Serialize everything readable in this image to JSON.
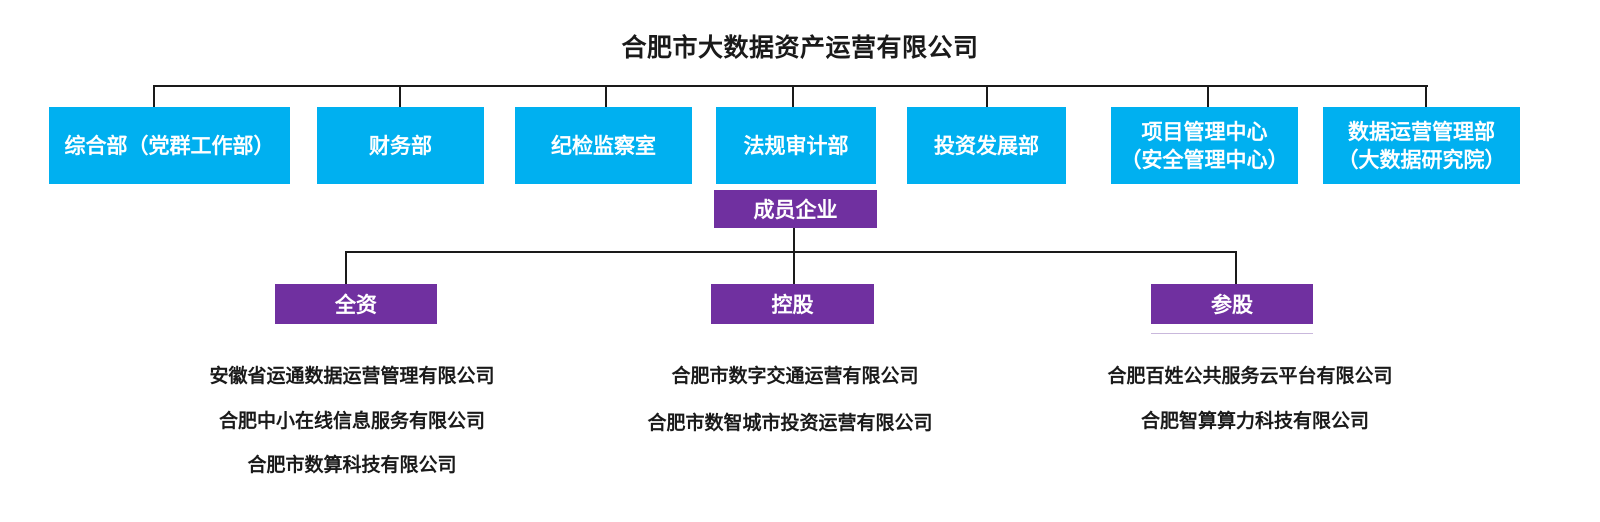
{
  "title": "合肥市大数据资产运营有限公司",
  "departments": [
    {
      "line1": "综合部（党群工作部）",
      "line2": ""
    },
    {
      "line1": "财务部",
      "line2": ""
    },
    {
      "line1": "纪检监察室",
      "line2": ""
    },
    {
      "line1": "法规审计部",
      "line2": ""
    },
    {
      "line1": "投资发展部",
      "line2": ""
    },
    {
      "line1": "项目管理中心",
      "line2": "（安全管理中心）"
    },
    {
      "line1": "数据运营管理部",
      "line2": "（大数据研究院）"
    }
  ],
  "member_enterprises": "成员企业",
  "groups": [
    {
      "label": "全资",
      "companies": [
        "安徽省运通数据运营管理有限公司",
        "合肥中小在线信息服务有限公司",
        "合肥市数算科技有限公司"
      ]
    },
    {
      "label": "控股",
      "companies": [
        "合肥市数字交通运营有限公司",
        "合肥市数智城市投资运营有限公司"
      ]
    },
    {
      "label": "参股",
      "companies": [
        "合肥百姓公共服务云平台有限公司",
        "合肥智算算力科技有限公司"
      ]
    }
  ],
  "colors": {
    "department_fill": "#00b0f0",
    "group_fill": "#7030a0",
    "line": "#1a1a1a"
  }
}
